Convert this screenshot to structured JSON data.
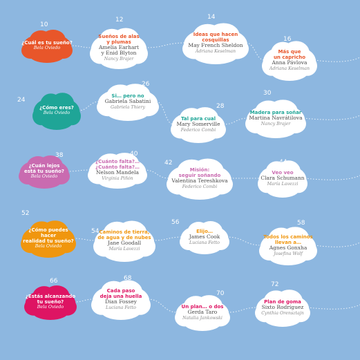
{
  "colors": {
    "background": "#8db7e0",
    "orange": "#e8562a",
    "teal": "#1fa597",
    "pink": "#c96bb0",
    "amber": "#f0960e",
    "crimson": "#de1463",
    "white": "#ffffff"
  },
  "rows": [
    {
      "color": "orange",
      "lead": {
        "num": "10",
        "title": "¿Cuál es tu sueño?",
        "illustrator": "Bela Oviedo"
      },
      "books": [
        {
          "num": "12",
          "title": "Sueños de alas\ny plumas",
          "author": "Amelia Earhart\ny Enid Blyton",
          "illustrator": "Nancy Brajer"
        },
        {
          "num": "14",
          "title": "Ideas que hacen\ncosquillas",
          "author": "May French Sheldon",
          "illustrator": "Adriana Keselman"
        },
        {
          "num": "16",
          "title": "Más que\nun capricho",
          "author": "Anna Pávlova",
          "illustrator": "Adriana Keselman"
        }
      ]
    },
    {
      "color": "teal",
      "lead": {
        "num": "24",
        "title": "¿Cómo eres?",
        "illustrator": "Bela Oviedo"
      },
      "books": [
        {
          "num": "26",
          "title": "Si… pero no",
          "author": "Gabriela Sabatini",
          "illustrator": "Gabriela Thiery"
        },
        {
          "num": "28",
          "title": "Tal para cual",
          "author": "Mary Somerville",
          "illustrator": "Federico Combi"
        },
        {
          "num": "30",
          "title": "Madera para soñar",
          "author": "Martina Navrátilova",
          "illustrator": "Nancy Brajer"
        }
      ]
    },
    {
      "color": "pink",
      "lead": {
        "num": "38",
        "title": "¿Cuán lejos\nestá tu sueño?",
        "illustrator": "Bela Oviedo"
      },
      "books": [
        {
          "num": "40",
          "title": "¿Cuánto falta?…\n¿Cuánto falta?…",
          "author": "Nelson Mandela",
          "illustrator": "Virginia Piñón"
        },
        {
          "num": "42",
          "title": "Misión:\nseguir soñando",
          "author": "Valentina Tereshkova",
          "illustrator": "Federico Combi"
        },
        {
          "num": "44",
          "title": "Veo veo",
          "author": "Clara Schumann",
          "illustrator": "María Lavezzi"
        }
      ]
    },
    {
      "color": "amber",
      "lead": {
        "num": "52",
        "title": "¿Cómo puedes hacer\nrealidad tu sueño?",
        "illustrator": "Bela Oviedo"
      },
      "books": [
        {
          "num": "54",
          "title": "Caminos de tierra,\nde agua y de nubes",
          "author": "Jane Goodall",
          "illustrator": "María Lavezzi"
        },
        {
          "num": "56",
          "title": "Elijo…",
          "author": "James Cook",
          "illustrator": "Luciana Fetto"
        },
        {
          "num": "58",
          "title": "Todos los caminos\nllevan a…",
          "author": "Agnes Gonxha",
          "illustrator": "Josefina Wolf"
        }
      ]
    },
    {
      "color": "crimson",
      "lead": {
        "num": "66",
        "title": "¿Estás alcanzando\ntu sueño?",
        "illustrator": "Bela Oviedo"
      },
      "books": [
        {
          "num": "68",
          "title": "Cada paso\ndeja una huella",
          "author": "Dian Fossey",
          "illustrator": "Luciana Fetto"
        },
        {
          "num": "70",
          "title": "Un plan… o dos",
          "author": "Gerda Taro",
          "illustrator": "Natalia Jankowski"
        },
        {
          "num": "72",
          "title": "Plan de goma",
          "author": "Sixto Rodríguez",
          "illustrator": "Cynthia Orensztajn"
        }
      ]
    }
  ]
}
